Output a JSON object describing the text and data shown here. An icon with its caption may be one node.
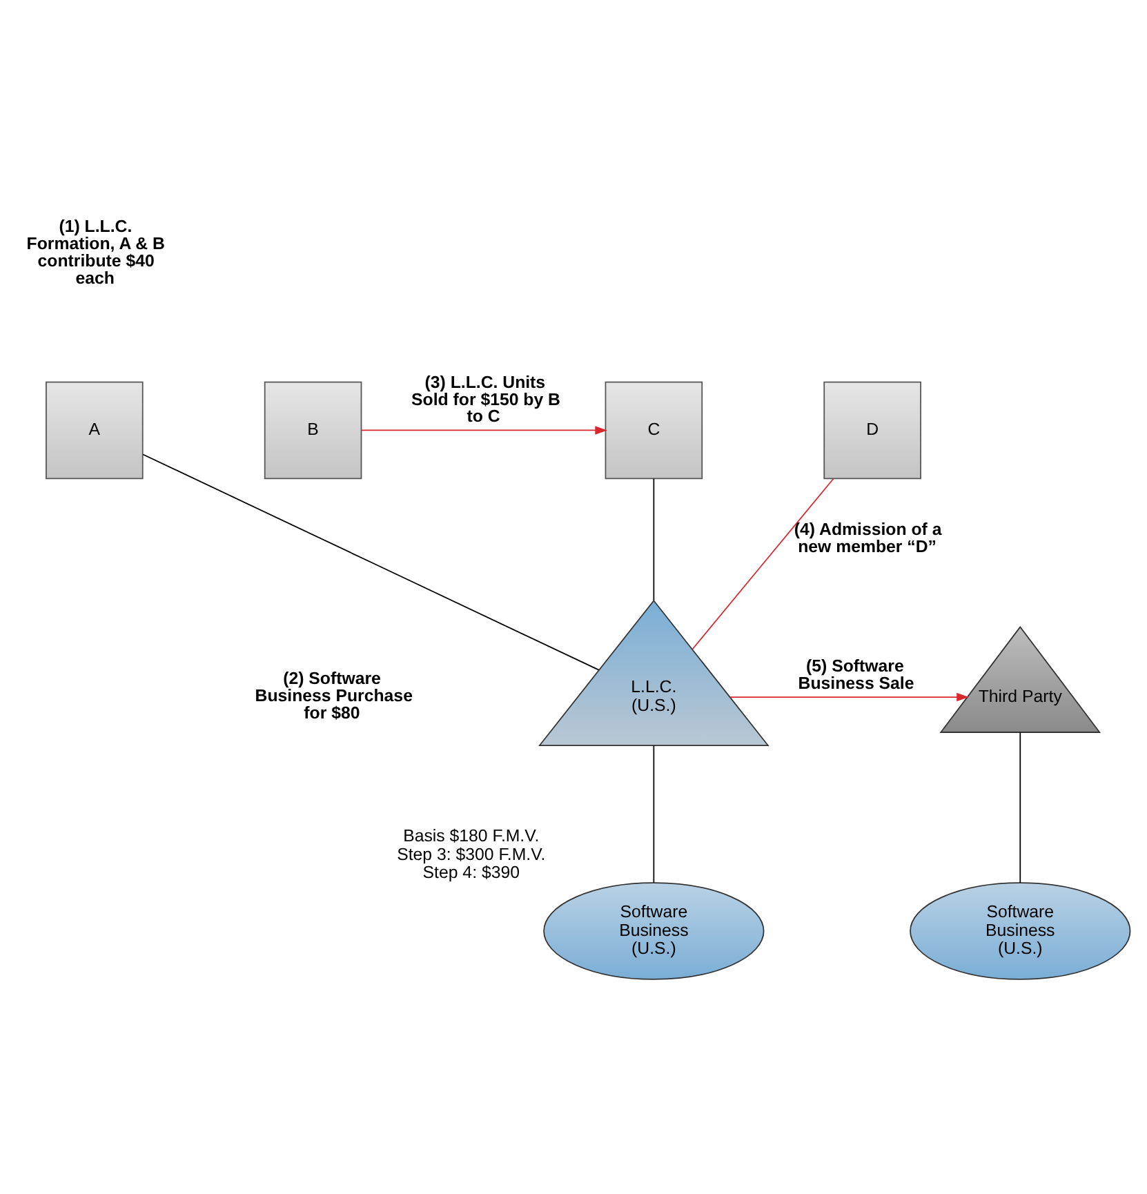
{
  "diagram": {
    "nodes": [
      {
        "text": [
          "A"
        ]
      },
      {
        "text": [
          "B"
        ]
      },
      {
        "text": [
          "C"
        ]
      },
      {
        "text": [
          "D"
        ]
      },
      {
        "text": [
          "L.L.C. (U.S.)"
        ]
      },
      {
        "text": [
          "Third Party"
        ]
      },
      {
        "text": [
          "Software Business (U.S.)"
        ],
        "beside": [
          "Basis $180 F.M.V. Step 3: $300 F.M.V. Step 4: $390"
        ]
      },
      {
        "text": [
          "Software Business (U.S.)"
        ]
      }
    ],
    "edges": [
      {
        "from": 0,
        "to": 4,
        "arrow": "none"
      },
      {
        "from": 1,
        "to": 2,
        "arrow": "to",
        "color": "#d9272e",
        "label": "(3) L.L.C. Units Sold for $150 by B to C"
      },
      {
        "from": 2,
        "to": 4,
        "arrow": "none"
      },
      {
        "from": 3,
        "to": 4,
        "arrow": "none",
        "color": "#d9272e",
        "label": "(4) Admission of a new member “D”"
      },
      {
        "from": 4,
        "to": 5,
        "arrow": "to",
        "color": "#d9272e",
        "label": "(5) Software Business Sale"
      },
      {
        "from": 4,
        "to": 6,
        "arrow": "none"
      },
      {
        "from": 5,
        "to": 7,
        "arrow": "none"
      }
    ],
    "labels": [
      "(1) L.L.C. Formation, A & B contribute $40 each",
      "(2) Software Business Purchase for $80"
    ]
  }
}
